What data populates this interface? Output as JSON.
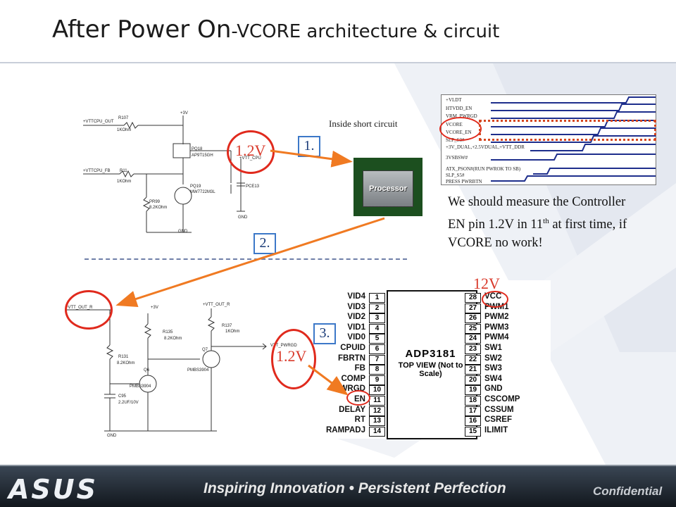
{
  "title": {
    "main": "After Power On",
    "sub": "-VCORE architecture  & circuit"
  },
  "labels": {
    "v1": "1.2V",
    "v2": "1.2V",
    "v3": "12V",
    "step1": "1.",
    "step2": "2.",
    "step3": "3.",
    "inside_short": "Inside short circuit",
    "processor": "Processor"
  },
  "note": "We should measure the Controller EN pin 1.2V in 11th at first time, if VCORE no work!",
  "timing": [
    "+VLDT",
    "HTVDD_EN",
    "VRM_PWRGD",
    "VCORE",
    "VCORE_EN",
    "SLP_S3#",
    "+3V_DUAL,+2.5VDUAL,+VTT_DDR",
    "3VSBSW#",
    "ATX_PSON#(RUN PWROK TO SB)",
    "SLP_S5#",
    "PRESS PWRBTN"
  ],
  "chip": {
    "name": "ADP3181",
    "view": "TOP VIEW (Not to Scale)",
    "left_pins": [
      "VID4",
      "VID3",
      "VID2",
      "VID1",
      "VID0",
      "CPUID",
      "FBRTN",
      "FB",
      "COMP",
      "PWRGD",
      "EN",
      "DELAY",
      "RT",
      "RAMPADJ"
    ],
    "left_nums": [
      "1",
      "2",
      "3",
      "4",
      "5",
      "6",
      "7",
      "8",
      "9",
      "10",
      "11",
      "12",
      "13",
      "14"
    ],
    "right_pins": [
      "VCC",
      "PWM1",
      "PWM2",
      "PWM3",
      "PWM4",
      "SW1",
      "SW2",
      "SW3",
      "SW4",
      "GND",
      "CSCOMP",
      "CSSUM",
      "CSREF",
      "ILIMIT"
    ],
    "right_nums": [
      "28",
      "27",
      "26",
      "25",
      "24",
      "23",
      "22",
      "21",
      "20",
      "19",
      "18",
      "17",
      "16",
      "15"
    ]
  },
  "schematic_top": {
    "net1": "+VTTCPU_OUT",
    "net2": "+VTTCPU_FB",
    "r107": "R107",
    "r107v": "1KOhm",
    "r11": "R11",
    "r11v": "1KOhm",
    "pq18": "PQ18",
    "pq18p": "AP9T15GH",
    "pq19": "PQ19",
    "pq19p": "MW7722M3L",
    "pr99": "PR99",
    "pr99v": "8.2KOhm",
    "pce13": "PCE13",
    "vcc": "+3V",
    "vtt": "+VTT_CPU",
    "gnd": "GND",
    "gnd2": "GND"
  },
  "schematic_bottom": {
    "net1": "+VTT_OUT_R",
    "net2": "+VTT_OUT_R",
    "v3": "+3V",
    "r131": "R131",
    "r131v": "8.2KOhm",
    "r135": "R135",
    "r135v": "8.2KOhm",
    "r137": "R137",
    "r137v": "1KOhm",
    "q6": "Q6",
    "q6p": "PMBS3904",
    "q7": "Q7",
    "q7p": "PMBS3904",
    "c95": "C95",
    "c95v": "2.2UF/10V",
    "gnd": "GND",
    "pwrgd": "VTT_PWRGD"
  },
  "footer": {
    "logo": "ASUS",
    "slogan": "Inspiring Innovation • Persistent Perfection",
    "confidential": "Confidential"
  },
  "colors": {
    "accent_red": "#e02a1d",
    "arrow_orange": "#f07a22",
    "step_blue": "#3c78c8",
    "trace_navy": "#1e2e8c"
  }
}
